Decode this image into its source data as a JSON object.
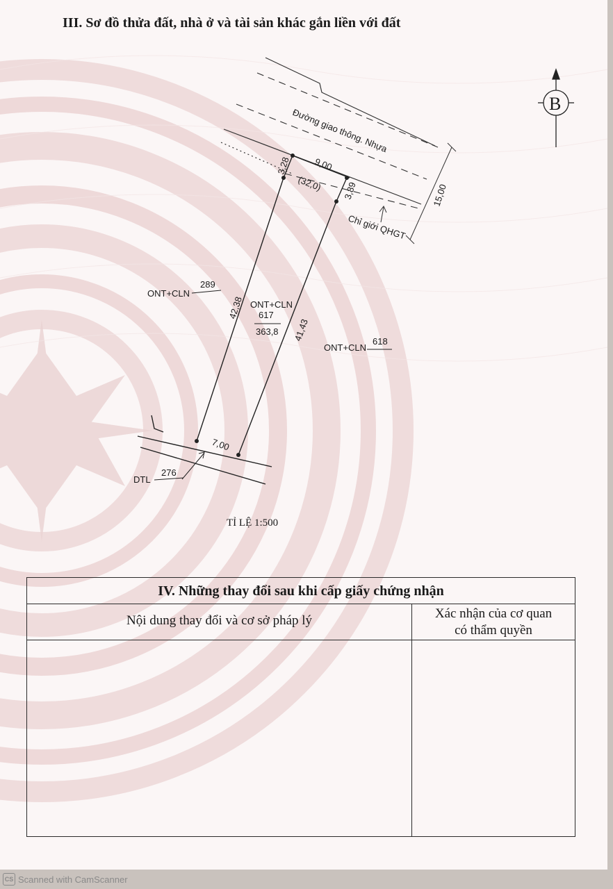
{
  "section3": {
    "title": "III. Sơ đồ thửa đất, nhà ở và tài sản khác gắn liền với đất"
  },
  "diagram": {
    "north_label": "B",
    "road_label": "Đường giao thông. Nhựa",
    "setback_label": "Chỉ giới QHGT",
    "dimensions": {
      "front_width": "9,00",
      "front_segment": "(32,0)",
      "left_offset": "3,28",
      "right_offset": "3,89",
      "road_width": "15,00",
      "left_side": "42,38",
      "right_side": "41,43",
      "rear_width": "7,00"
    },
    "parcel": {
      "use": "ONT+CLN",
      "number": "617",
      "area": "363,8"
    },
    "neighbors": {
      "left": {
        "use": "ONT+CLN",
        "number": "289"
      },
      "right": {
        "use": "ONT+CLN",
        "number": "618"
      },
      "rear": {
        "use": "DTL",
        "number": "276"
      }
    },
    "scale": "TỈ LỆ 1:500"
  },
  "section4": {
    "title": "IV. Những thay đổi sau khi cấp giấy chứng nhận",
    "col_left_header": "Nội dung thay đổi và cơ sở pháp lý",
    "col_right_header_line1": "Xác nhận của cơ quan",
    "col_right_header_line2": "có thẩm quyền"
  },
  "watermark": {
    "text": "Scanned with CamScanner",
    "logo": "CS"
  },
  "colors": {
    "paper": "#fbf6f6",
    "drum_pattern": "#e8c8c8",
    "ink": "#1a1a1a"
  }
}
